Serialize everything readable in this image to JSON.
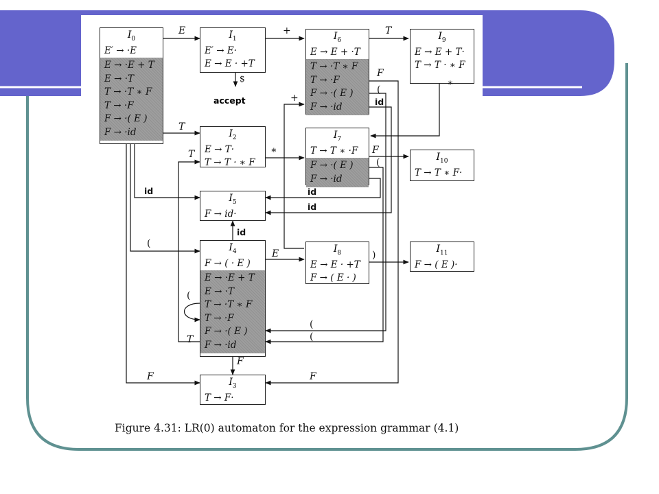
{
  "slide": {
    "accent_color": "#6464cc",
    "frame_color": "#5f9191"
  },
  "states": [
    {
      "id": "I0",
      "title": "I",
      "sub": "0",
      "kernel": [
        "E′ → ·E"
      ],
      "closure": [
        "E → ·E + T",
        "E → ·T",
        "T → ·T ∗ F",
        "T → ·F",
        "F → ·( E )",
        "F → ·id"
      ]
    },
    {
      "id": "I1",
      "title": "I",
      "sub": "1",
      "kernel": [
        "E′ → E·",
        "E → E · +T"
      ],
      "closure": []
    },
    {
      "id": "I6",
      "title": "I",
      "sub": "6",
      "kernel": [
        "E → E + ·T"
      ],
      "closure": [
        "T → ·T ∗ F",
        "T → ·F",
        "F → ·( E )",
        "F → ·id"
      ]
    },
    {
      "id": "I9",
      "title": "I",
      "sub": "9",
      "kernel": [
        "E → E + T·",
        "T → T · ∗ F"
      ],
      "closure": []
    },
    {
      "id": "I2",
      "title": "I",
      "sub": "2",
      "kernel": [
        "E → T·",
        "T → T · ∗ F"
      ],
      "closure": []
    },
    {
      "id": "I7",
      "title": "I",
      "sub": "7",
      "kernel": [
        "T → T ∗ ·F"
      ],
      "closure": [
        "F → ·( E )",
        "F → ·id"
      ]
    },
    {
      "id": "I10",
      "title": "I",
      "sub": "10",
      "kernel": [
        "T → T ∗ F·"
      ],
      "closure": []
    },
    {
      "id": "I5",
      "title": "I",
      "sub": "5",
      "kernel": [
        "F → id·"
      ],
      "closure": []
    },
    {
      "id": "I4",
      "title": "I",
      "sub": "4",
      "kernel": [
        "F → ( · E )"
      ],
      "closure": [
        "E → ·E + T",
        "E → ·T",
        "T → ·T ∗ F",
        "T → ·F",
        "F → ·( E )",
        "F → ·id"
      ]
    },
    {
      "id": "I8",
      "title": "I",
      "sub": "8",
      "kernel": [
        "E → E · +T",
        "F → ( E · )"
      ],
      "closure": []
    },
    {
      "id": "I11",
      "title": "I",
      "sub": "11",
      "kernel": [
        "F → ( E )·"
      ],
      "closure": []
    },
    {
      "id": "I3",
      "title": "I",
      "sub": "3",
      "kernel": [
        "T → F·"
      ],
      "closure": []
    }
  ],
  "labels": {
    "e_i0_i1": "E",
    "plus_i1_i6": "+",
    "t_i6_i9": "T",
    "dollar": "$",
    "accept": "accept",
    "f_i6": "F",
    "paren_i6": "(",
    "id_i6": "id",
    "plus_i8_i6": "+",
    "star_i9_i7": "∗",
    "t_i0_i2": "T",
    "star_i2_i7": "∗",
    "t_i4_i2": "T",
    "f_i7_i10": "F",
    "paren_i7": "(",
    "id_i0_i5": "id",
    "id_i7_i5": "id",
    "id_i6_i5": "id",
    "id_i4_i5": "id",
    "paren_i0_i4": "(",
    "e_i4_i8": "E",
    "paren_i8_i11": ")",
    "paren_self_i4": "(",
    "t_i4_i2_bottom": "T",
    "paren_i6_i4": "(",
    "paren_i7_i4": "(",
    "f_i4_i3": "F",
    "f_i0_i3": "F",
    "f_i6_i3": "F"
  },
  "caption": "Figure 4.31: LR(0) automaton for the expression grammar (4.1)"
}
